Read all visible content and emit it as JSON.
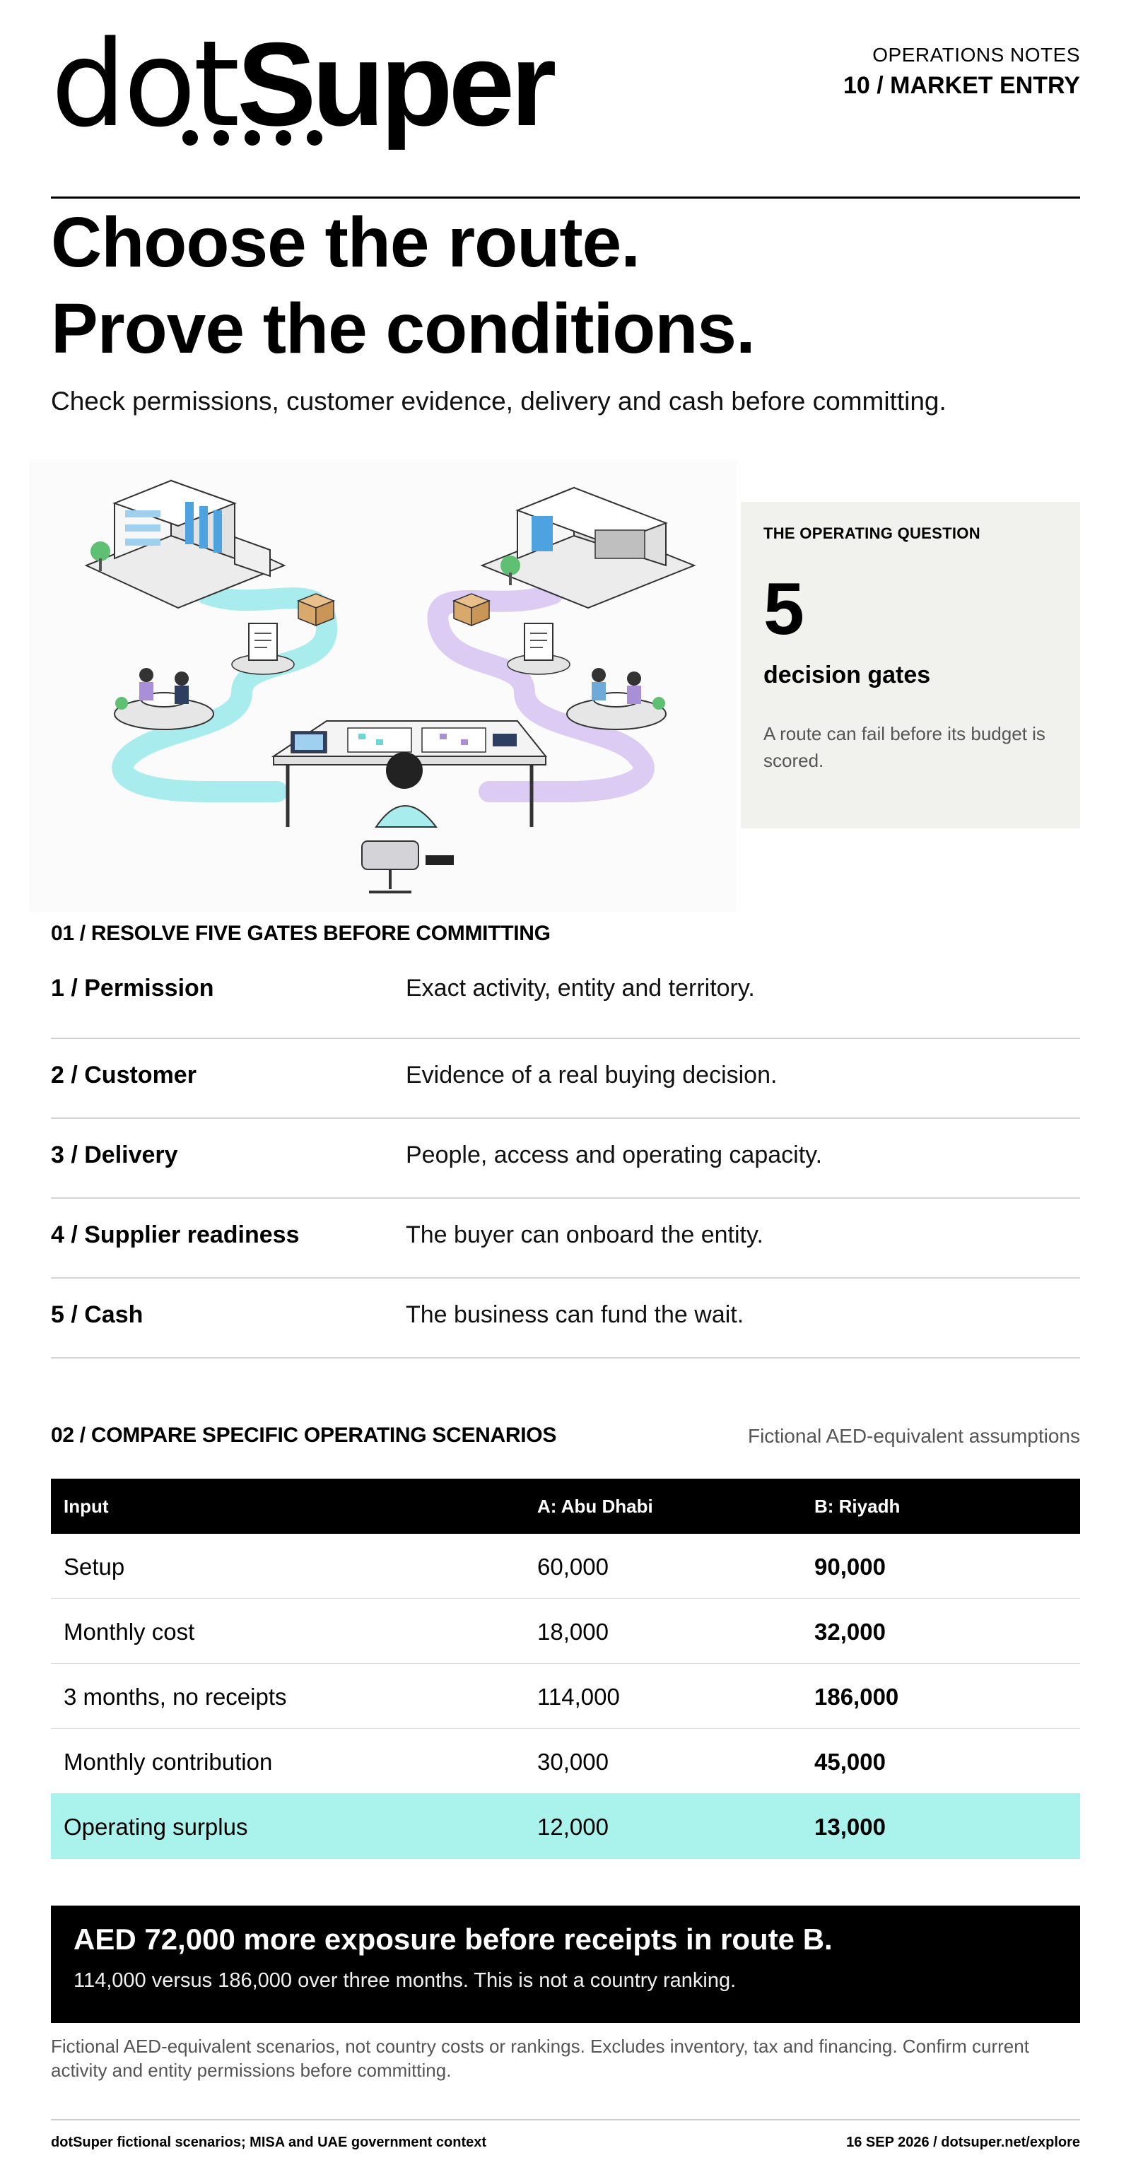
{
  "brand": {
    "logo_light": "dot",
    "logo_bold": "Super",
    "logo_dot_count": 5
  },
  "header": {
    "eyebrow": "OPERATIONS NOTES",
    "issue": "10 / MARKET ENTRY"
  },
  "hero": {
    "headline_line1": "Choose the route.",
    "headline_line2": "Prove the conditions.",
    "subhead": "Check permissions, customer evidence, delivery and cash before committing."
  },
  "illustration": {
    "icons": [
      "office-building-icon",
      "warehouse-icon",
      "meeting-table-icon",
      "package-icon",
      "document-icon",
      "planner-desk-icon"
    ],
    "colors": {
      "route_a": "#a8ecee",
      "route_b": "#dcccf4",
      "accent": "#6fd6d8"
    }
  },
  "question_panel": {
    "eyebrow": "THE OPERATING QUESTION",
    "number": "5",
    "label": "decision gates",
    "note": "A route can fail before its budget is scored."
  },
  "section1": {
    "title": "01 / RESOLVE FIVE GATES BEFORE COMMITTING",
    "gates": [
      {
        "name": "1 / Permission",
        "desc": "Exact activity, entity and territory."
      },
      {
        "name": "2 / Customer",
        "desc": "Evidence of a real buying decision."
      },
      {
        "name": "3 / Delivery",
        "desc": "People, access and operating capacity."
      },
      {
        "name": "4 / Supplier readiness",
        "desc": "The buyer can onboard the entity."
      },
      {
        "name": "5 / Cash",
        "desc": "The business can fund the wait."
      }
    ]
  },
  "section2": {
    "title": "02 / COMPARE SPECIFIC OPERATING SCENARIOS",
    "note": "Fictional AED-equivalent assumptions",
    "columns": [
      "Input",
      "A: Abu Dhabi",
      "B: Riyadh"
    ],
    "rows": [
      {
        "input": "Setup",
        "a": "60,000",
        "b": "90,000"
      },
      {
        "input": "Monthly cost",
        "a": "18,000",
        "b": "32,000"
      },
      {
        "input": "3 months, no receipts",
        "a": "114,000",
        "b": "186,000"
      },
      {
        "input": "Monthly contribution",
        "a": "30,000",
        "b": "45,000"
      },
      {
        "input": "Operating surplus",
        "a": "12,000",
        "b": "13,000"
      }
    ],
    "highlight_color": "#aaf2ec"
  },
  "callout": {
    "title": "AED 72,000 more exposure before receipts in route B.",
    "body": "114,000 versus 186,000 over three months. This is not a country ranking."
  },
  "disclaimer": "Fictional AED-equivalent scenarios, not country costs or rankings. Excludes inventory, tax and financing. Confirm current activity and entity permissions before committing.",
  "footer": {
    "left": "dotSuper fictional scenarios; MISA and UAE government context",
    "right": "16 SEP 2026 / dotsuper.net/explore"
  }
}
